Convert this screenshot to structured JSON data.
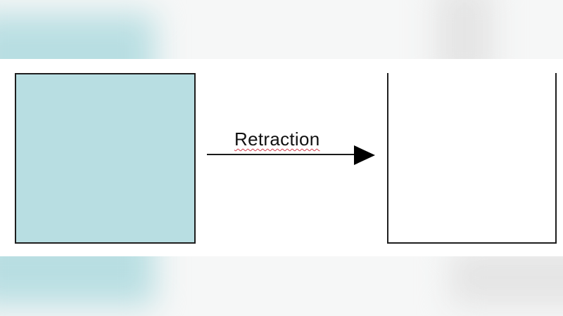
{
  "diagram": {
    "left_shape": {
      "name": "filled-square",
      "fill": "#b8dee2",
      "border": "#1e1e1e"
    },
    "right_shape": {
      "name": "open-top-container",
      "fill": "#ffffff",
      "border": "#1e1e1e"
    },
    "arrow": {
      "label": "Retraction",
      "direction": "right",
      "color": "#000000",
      "spellcheck_underline_color": "#d33b4a"
    }
  },
  "colors": {
    "background": "#ffffff",
    "blur_band_tint": "#b8dee2",
    "blur_band_gray": "#e6e6e6"
  }
}
